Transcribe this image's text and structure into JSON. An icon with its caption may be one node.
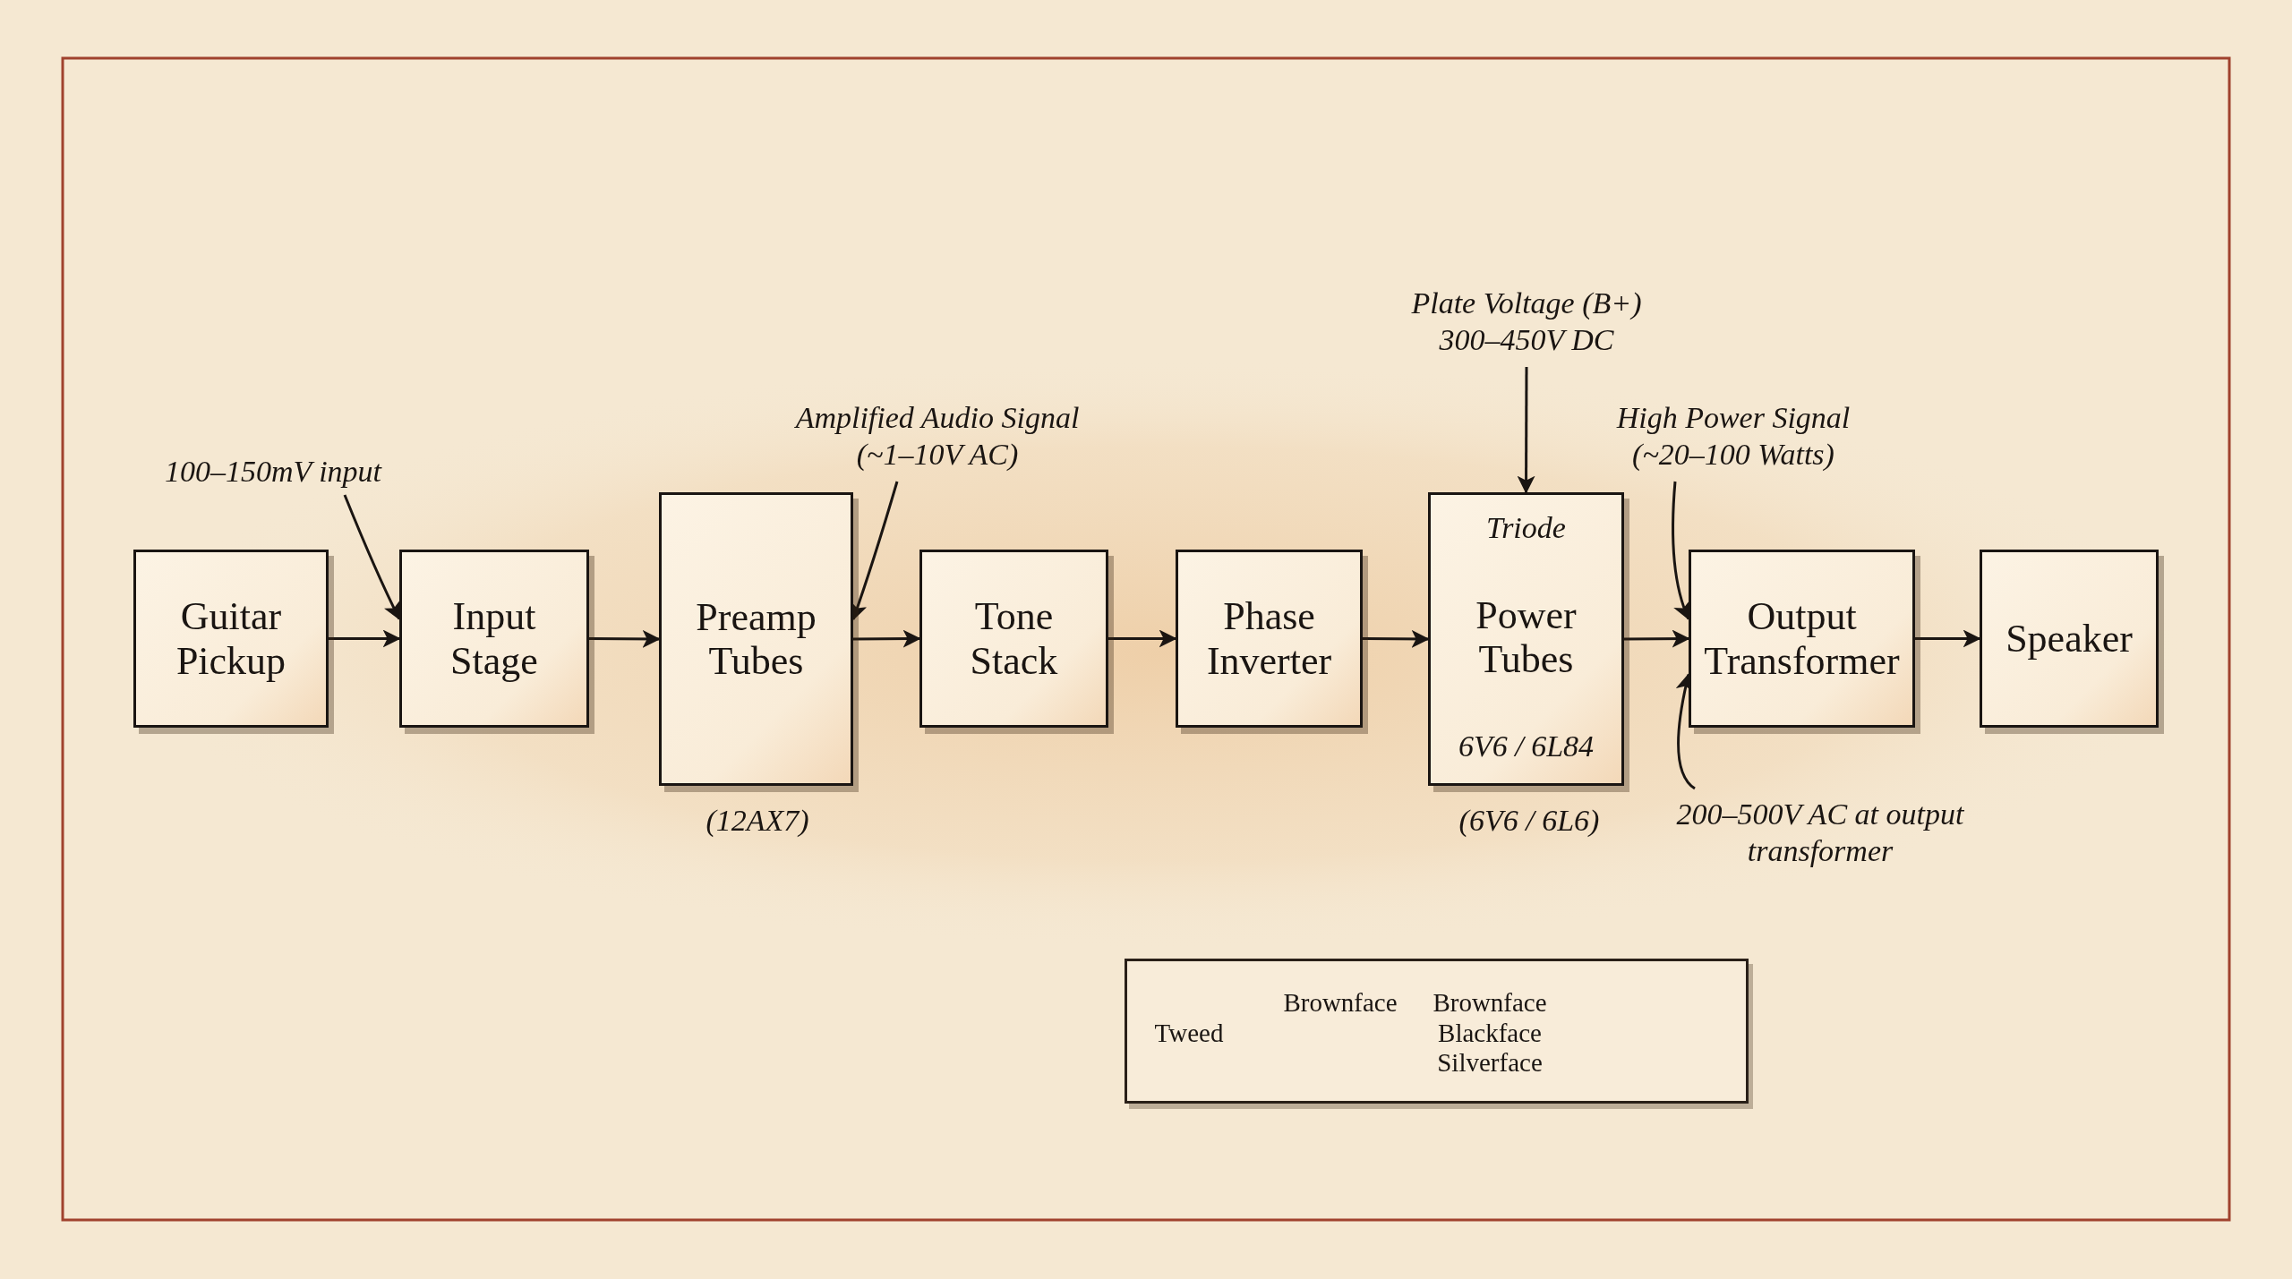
{
  "diagram": {
    "nodes": [
      {
        "text": [
          "Guitar Pickup"
        ]
      },
      {
        "text": [
          "Input Stage"
        ]
      },
      {
        "text": [
          "Preamp Tubes"
        ],
        "beside": [
          "(12AX7)"
        ]
      },
      {
        "text": [
          "Tone Stack"
        ]
      },
      {
        "text": [
          "Phase Inverter"
        ]
      },
      {
        "text": [
          "Triode",
          "Power Tubes",
          "6V6 / 6L84"
        ],
        "beside": [
          "(6V6 / 6L6)"
        ]
      },
      {
        "text": [
          "Output Transformer"
        ]
      },
      {
        "text": [
          "Speaker"
        ]
      },
      {
        "text": [
          "100–150mV input"
        ]
      },
      {
        "text": [
          "Amplified Audio Signal (~1–10V AC)"
        ]
      },
      {
        "text": [
          "Plate Voltage (B+) 300–450V DC"
        ]
      },
      {
        "text": [
          "High Power Signal (~20–100 Watts)"
        ]
      },
      {
        "text": [
          "200–500V AC at output transformer"
        ]
      },
      {
        "text": [
          "Brownface",
          "Brownface",
          "Tweed",
          "Blackface",
          "Silverface"
        ]
      }
    ],
    "edges": [
      {
        "from": 0,
        "to": 1,
        "arrow": "to"
      },
      {
        "from": 1,
        "to": 2,
        "arrow": "to"
      },
      {
        "from": 2,
        "to": 3,
        "arrow": "to"
      },
      {
        "from": 3,
        "to": 4,
        "arrow": "to"
      },
      {
        "from": 4,
        "to": 5,
        "arrow": "to"
      },
      {
        "from": 5,
        "to": 6,
        "arrow": "to"
      },
      {
        "from": 6,
        "to": 7,
        "arrow": "to"
      },
      {
        "from": 8,
        "to": 1,
        "arrow": "to"
      },
      {
        "from": 9,
        "to": 2,
        "arrow": "to"
      },
      {
        "from": 10,
        "to": 5,
        "arrow": "to"
      },
      {
        "from": 11,
        "to": 6,
        "arrow": "to"
      },
      {
        "from": 12,
        "to": 6,
        "arrow": "to"
      }
    ]
  }
}
